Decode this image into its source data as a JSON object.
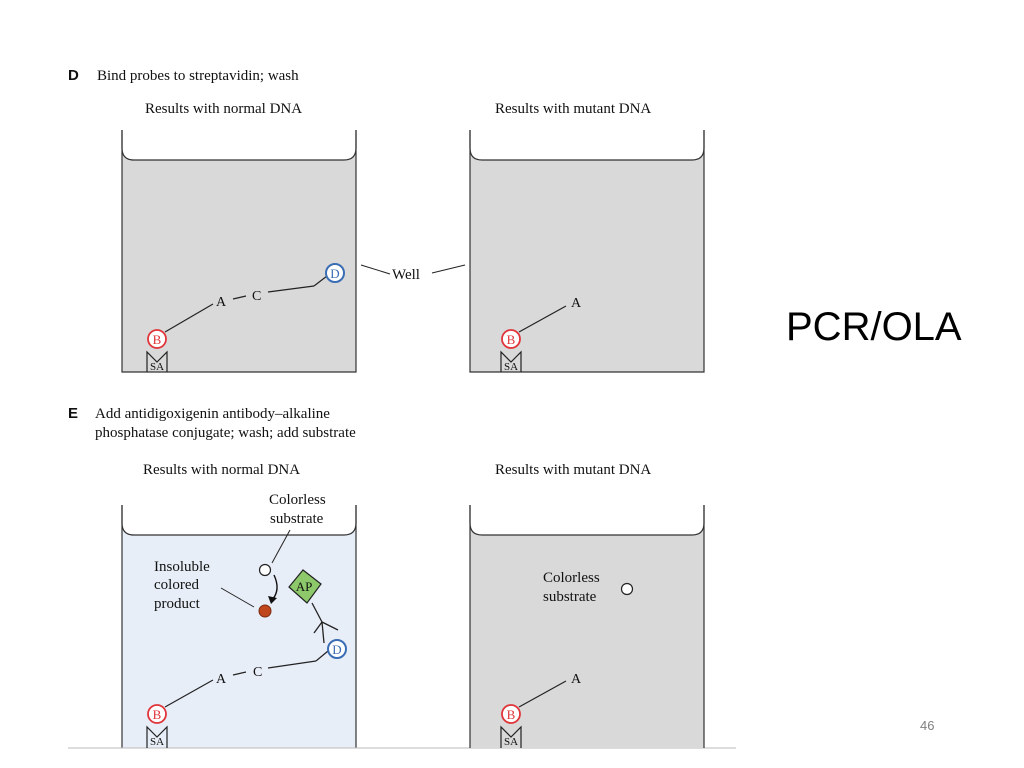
{
  "slide": {
    "title": "PCR/OLA",
    "page_number": "46"
  },
  "panel_d": {
    "letter": "D",
    "caption": "Bind probes to streptavidin; wash",
    "left_header": "Results with normal DNA",
    "right_header": "Results with mutant DNA",
    "well_label": "Well",
    "normal": {
      "b": "B",
      "sa": "SA",
      "a": "A",
      "c": "C",
      "d": "D"
    },
    "mutant": {
      "b": "B",
      "sa": "SA",
      "a": "A"
    }
  },
  "panel_e": {
    "letter": "E",
    "caption_line1": "Add antidigoxigenin antibody–alkaline",
    "caption_line2": "phosphatase conjugate; wash; add substrate",
    "left_header": "Results with normal DNA",
    "right_header": "Results with mutant DNA",
    "normal": {
      "substrate_line1": "Colorless",
      "substrate_line2": "substrate",
      "product_line1": "Insoluble",
      "product_line2": "colored",
      "product_line3": "product",
      "ap": "AP",
      "b": "B",
      "sa": "SA",
      "a": "A",
      "c": "C",
      "d": "D"
    },
    "mutant": {
      "substrate_line1": "Colorless",
      "substrate_line2": "substrate",
      "b": "B",
      "sa": "SA",
      "a": "A"
    }
  },
  "colors": {
    "well_gray": "#d9d9d9",
    "well_blue": "#e8eef8",
    "biotin_red": "#e0353a",
    "dig_blue": "#3a6db4",
    "ap_green": "#8dc96a",
    "product_brown": "#c0471c"
  }
}
